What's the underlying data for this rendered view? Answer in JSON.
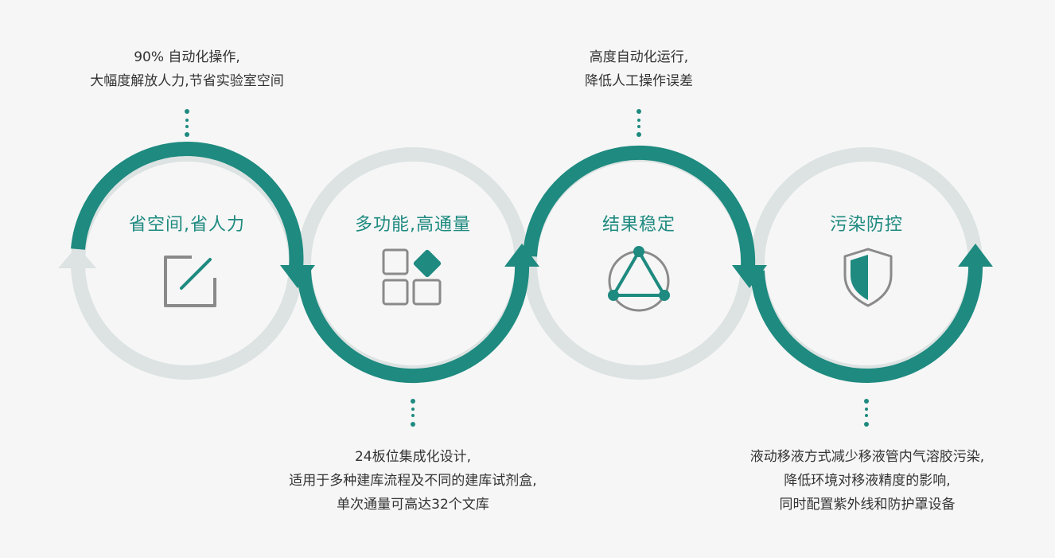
{
  "colors": {
    "teal": "#1e8a80",
    "light_ring": "#dce3e2",
    "icon_gray": "#8a8a8a",
    "text": "#333333",
    "background": "#f6f6f6"
  },
  "stages": [
    {
      "title": "省空间,省人力",
      "icon": "edit-square-icon",
      "description": [
        "90% 自动化操作,",
        "大幅度解放人力,节省实验室空间"
      ]
    },
    {
      "title": "多功能,高通量",
      "icon": "grid-blocks-icon",
      "description": [
        "24板位集成化设计,",
        "适用于多种建库流程及不同的建库试剂盒,",
        "单次通量可高达32个文库"
      ]
    },
    {
      "title": "结果稳定",
      "icon": "triangle-network-icon",
      "description": [
        "高度自动化运行,",
        "降低人工操作误差"
      ]
    },
    {
      "title": "污染防控",
      "icon": "shield-icon",
      "description": [
        "液动移液方式减少移液管内气溶胶污染,",
        "降低环境对移液精度的影响,",
        "同时配置紫外线和防护罩设备"
      ]
    }
  ]
}
